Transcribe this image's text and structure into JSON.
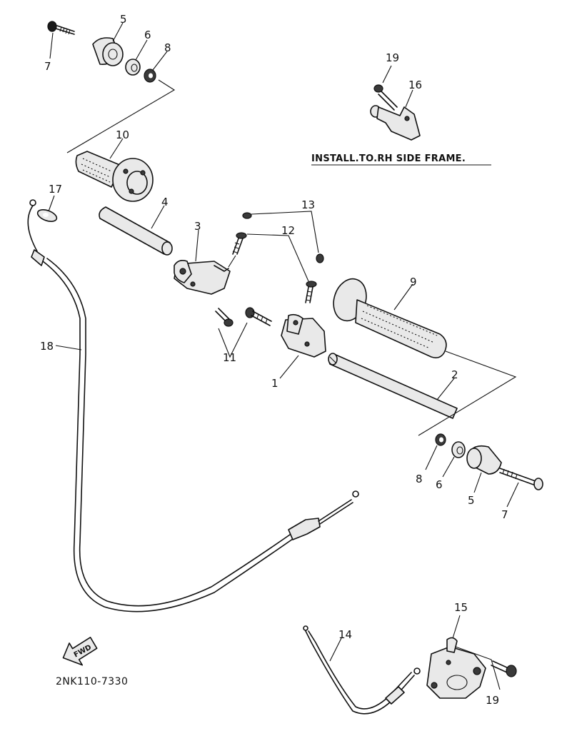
{
  "diagram": {
    "note": "INSTALL.TO.RH SIDE FRAME.",
    "part_code": "2NK110-7330",
    "front_marker": "FWD",
    "callouts": {
      "c1": "1",
      "c2": "2",
      "c3": "3",
      "c4": "4",
      "c5a": "5",
      "c5b": "5",
      "c6a": "6",
      "c6b": "6",
      "c7a": "7",
      "c7b": "7",
      "c8a": "8",
      "c8b": "8",
      "c9": "9",
      "c10": "10",
      "c11": "11",
      "c12": "12",
      "c13": "13",
      "c14": "14",
      "c15": "15",
      "c16": "16",
      "c17": "17",
      "c18": "18",
      "c19a": "19",
      "c19b": "19"
    }
  }
}
